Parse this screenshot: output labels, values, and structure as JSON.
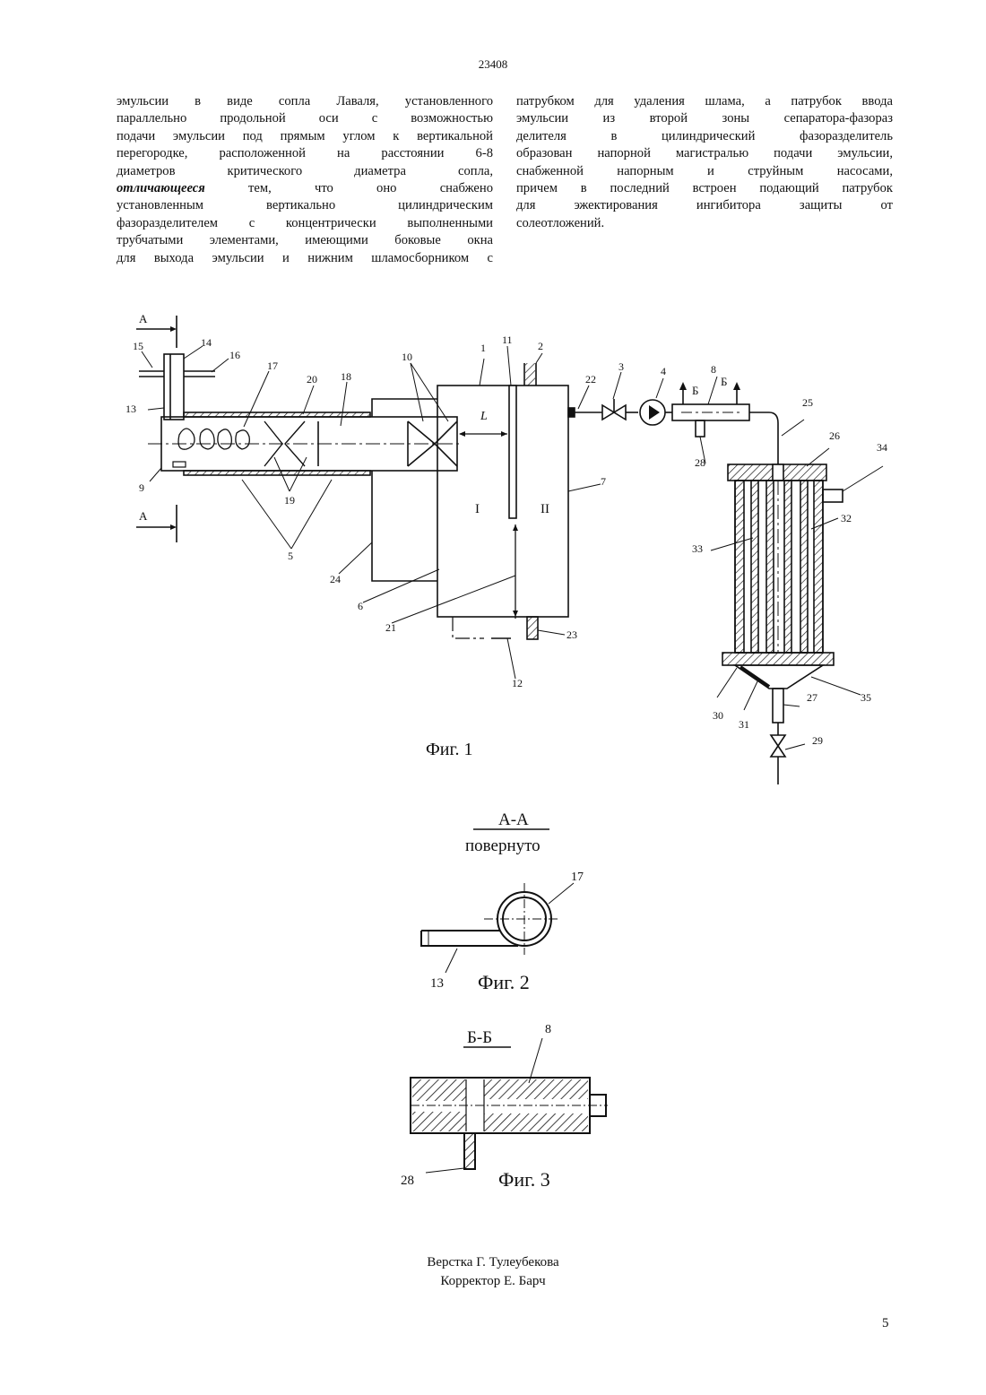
{
  "page_number_top": "23408",
  "left_column_lines": [
    "эмульсии в виде сопла Лаваля, установленного",
    "параллельно продольной оси с возможностью",
    "подачи эмульсии под прямым углом к вертикальной",
    "перегородке, расположенной на расстоянии 6-8",
    "диаметров критического диаметра сопла,",
    "отличающееся тем, что оно снабжено",
    "установленным вертикально цилиндрическим",
    "фазоразделителем с концентрически выполненными",
    "трубчатыми элементами, имеющими боковые окна",
    "для выхода эмульсии и нижним шламосборником с"
  ],
  "left_emph_word": "отличающееся",
  "left_emph_rest": " тем, что оно снабжено",
  "right_column_lines": [
    "патрубком для удаления шлама, а патрубок ввода",
    "эмульсии из второй зоны сепаратора-фазораз",
    "делителя в цилиндрический фазоразделитель",
    "образован напорной магистралью подачи эмульсии,",
    "снабженной напорным и струйным насосами,",
    "причем в последний встроен подающий патрубок",
    "для эжектирования ингибитора защиты от",
    "солеотложений."
  ],
  "figure1": {
    "caption": "Фиг. 1",
    "section_marks": [
      "А",
      "А",
      "Б",
      "Б"
    ],
    "zone_labels": [
      "I",
      "II",
      "L"
    ],
    "callouts": [
      "1",
      "2",
      "3",
      "4",
      "5",
      "6",
      "7",
      "8",
      "9",
      "10",
      "11",
      "12",
      "13",
      "14",
      "15",
      "16",
      "17",
      "18",
      "19",
      "20",
      "21",
      "22",
      "23",
      "24",
      "25",
      "26",
      "27",
      "28",
      "29",
      "30",
      "31",
      "32",
      "33",
      "34",
      "35"
    ]
  },
  "figure2": {
    "title": "А-А",
    "subtitle": "повернуто",
    "caption": "Фиг. 2",
    "callouts": [
      "17",
      "13"
    ]
  },
  "figure3": {
    "title": "Б-Б",
    "caption": "Фиг. 3",
    "callouts": [
      "8",
      "28"
    ]
  },
  "credits": {
    "layout": "Верстка Г. Тулеубекова",
    "proofreader": "Корректор Е. Барч"
  },
  "page_number_bottom": "5"
}
